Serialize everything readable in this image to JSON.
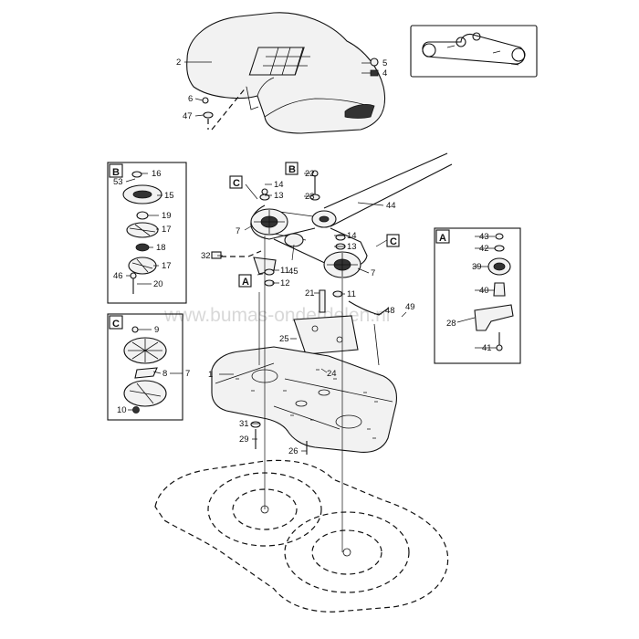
{
  "watermark": "www.bumas-onderdelen.nl",
  "detail_boxes": {
    "a": {
      "label": "A",
      "callouts": [
        "43",
        "42",
        "39",
        "40",
        "28",
        "41"
      ]
    },
    "b": {
      "label": "B",
      "callouts": [
        "53",
        "16",
        "15",
        "19",
        "17",
        "18",
        "46",
        "17",
        "20"
      ]
    },
    "c": {
      "label": "C",
      "callouts": [
        "9",
        "8",
        "7",
        "10"
      ]
    }
  },
  "callouts": {
    "cover": [
      "2",
      "5",
      "4",
      "6",
      "47"
    ],
    "drive": [
      "C",
      "14",
      "13",
      "B",
      "22",
      "23",
      "44",
      "7",
      "14",
      "13",
      "C",
      "32",
      "45",
      "11",
      "12",
      "A",
      "7",
      "21",
      "11",
      "48",
      "49",
      "1",
      "25",
      "24",
      "31",
      "29",
      "26"
    ]
  }
}
